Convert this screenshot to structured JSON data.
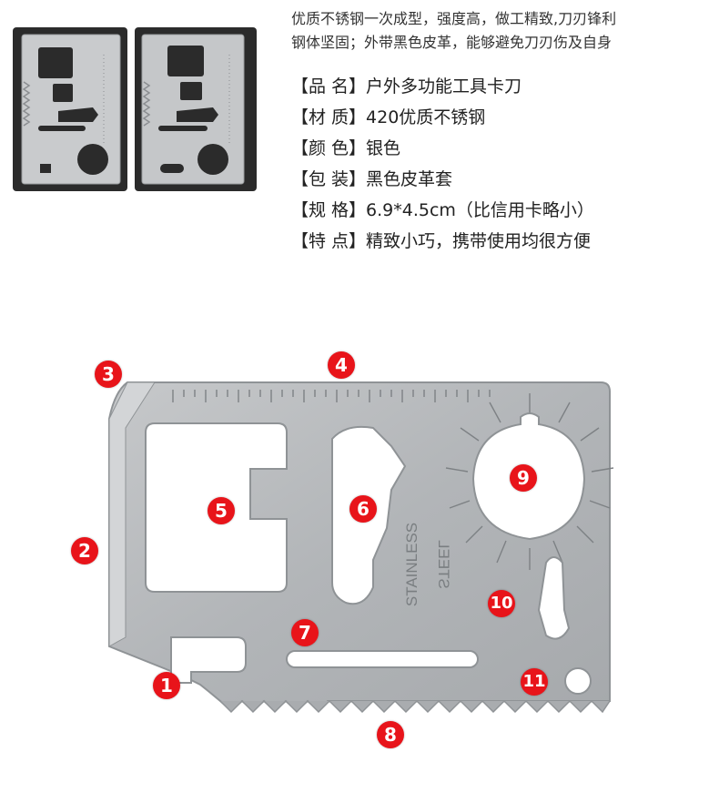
{
  "description": {
    "line1": "优质不锈钢一次成型，强度高，做工精致,刀刃锋利",
    "line2": "钢体坚固；外带黑色皮革，能够避免刀刃伤及自身"
  },
  "specs": [
    {
      "label": "【品 名】",
      "value": "户外多功能工具卡刀"
    },
    {
      "label": "【材 质】",
      "value": "420优质不锈钢"
    },
    {
      "label": "【颜 色】",
      "value": "银色"
    },
    {
      "label": "【包 装】",
      "value": "黑色皮革套"
    },
    {
      "label": "【规 格】",
      "value": "6.9*4.5cm（比信用卡略小）"
    },
    {
      "label": "【特 点】",
      "value": "精致小巧，携带使用均很方便"
    }
  ],
  "card": {
    "engraving_line1": "STAINLESS",
    "engraving_line2": "STEEL",
    "markers": [
      "1",
      "2",
      "3",
      "4",
      "5",
      "6",
      "7",
      "8",
      "9",
      "10",
      "11"
    ]
  },
  "colors": {
    "steel": "#b9bcbf",
    "steel_dark": "#8f9396",
    "leather": "#2a2a2a",
    "marker": "#e8141a"
  }
}
